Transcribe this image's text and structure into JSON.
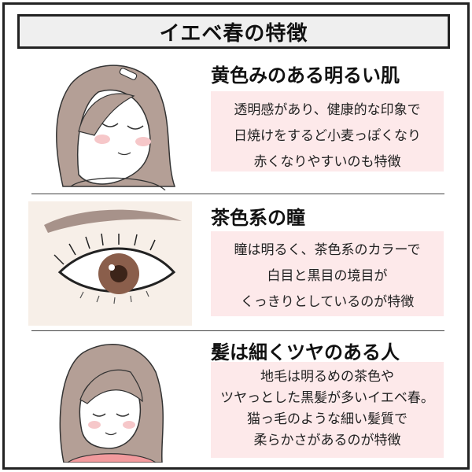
{
  "title": "イエベ春の特徴",
  "sections": [
    {
      "heading": "黄色みのある明るい肌",
      "lines": [
        "透明感があり、健康的な印象で",
        "日焼けをするど小麦っぽくなり",
        "赤くなりやすいのも特徴"
      ]
    },
    {
      "heading": "茶色系の瞳",
      "lines": [
        "瞳は明るく、茶色系のカラーで",
        "白目と黒目の境目が",
        "くっきりとしているのが特徴"
      ]
    },
    {
      "heading": "髪は細くツヤのある人",
      "lines": [
        "地毛は明るめの茶色や",
        "ツヤっとした黒髪が多いイエベ春。",
        "猫っ毛のような細い髪質で",
        "柔らかさがあるのが特徴"
      ]
    }
  ],
  "colors": {
    "textbox_bg": "#fde9ea",
    "title_bg": "#efefef",
    "hair": "#b49f96",
    "iris": "#8a5e4b",
    "shirt": "#f29a9d"
  }
}
